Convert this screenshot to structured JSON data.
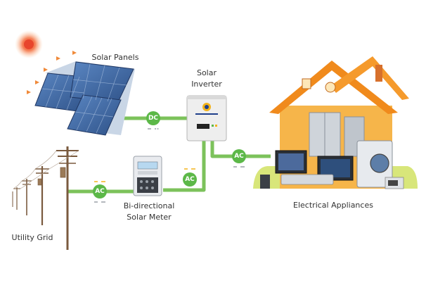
{
  "labels": {
    "solar_panels": "Solar Panels",
    "inverter_line1": "Solar",
    "inverter_line2": "Inverter",
    "meter_line1": "Bi-directional",
    "meter_line2": "Solar Meter",
    "utility_grid": "Utility Grid",
    "appliances": "Electrical Appliances"
  },
  "badges": {
    "dc": "DC",
    "ac_inverter": "AC",
    "ac_meter": "AC",
    "ac_grid": "AC"
  },
  "colors": {
    "wire": "#7cc25b",
    "badge": "#5cb848",
    "badge_text": "#ffffff",
    "sun": "#e8452c",
    "panel": "#3d6aa6",
    "house_roof": "#f08a1c",
    "house_wall": "#f6b54a",
    "pole": "#7a5a3e",
    "grass": "#d8e67a"
  }
}
